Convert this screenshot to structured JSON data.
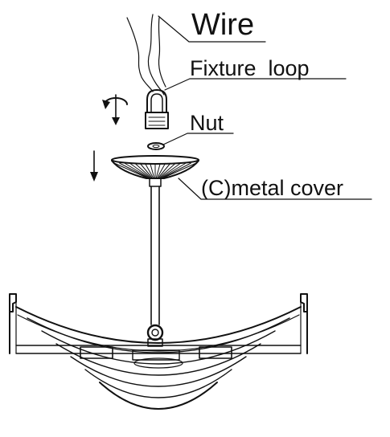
{
  "labels": {
    "wire": "Wire",
    "fixture_loop": "Fixture  loop",
    "nut": "Nut",
    "metal_cover": "(C)metal cover"
  },
  "colors": {
    "ink": "#111111",
    "background": "#ffffff"
  },
  "icons": [
    "rotate-arrow-icon",
    "down-arrow-icon"
  ]
}
